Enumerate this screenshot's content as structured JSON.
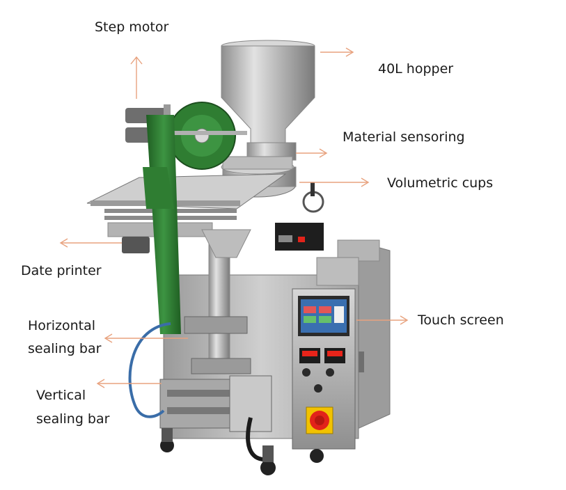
{
  "labels": {
    "step_motor": "Step motor",
    "hopper": "40L hopper",
    "material_sensoring": "Material sensoring",
    "volumetric_cups": "Volumetric cups",
    "date_printer": "Date printer",
    "horizontal_sealing_bar_line1": "Horizontal",
    "horizontal_sealing_bar_line2": "sealing bar",
    "touch_screen": "Touch screen",
    "vertical_sealing_bar_line1": "Vertical",
    "vertical_sealing_bar_line2": "sealing bar"
  },
  "colors": {
    "arrow": "#e8a27e",
    "text": "#1a1a1a",
    "steel": "#b8b8b8",
    "film": "#2f7d32",
    "estop": "#e2231a",
    "estop_ring": "#f2c200",
    "screen": "#3a6fb0"
  }
}
